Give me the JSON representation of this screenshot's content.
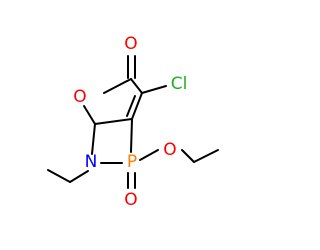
{
  "molecule": {
    "atoms": [
      {
        "id": "o-carbonyl",
        "symbol": "O",
        "color": "#ff0000"
      },
      {
        "id": "cl",
        "symbol": "Cl",
        "color": "#1fb01f"
      },
      {
        "id": "o-ring",
        "symbol": "O",
        "color": "#ff0000"
      },
      {
        "id": "n",
        "symbol": "N",
        "color": "#0000ff"
      },
      {
        "id": "p",
        "symbol": "P",
        "color": "#ff8000"
      },
      {
        "id": "o-ethoxy",
        "symbol": "O",
        "color": "#ff0000"
      },
      {
        "id": "o-phosphoryl",
        "symbol": "O",
        "color": "#ff0000"
      }
    ],
    "bond_color": "#000000"
  }
}
